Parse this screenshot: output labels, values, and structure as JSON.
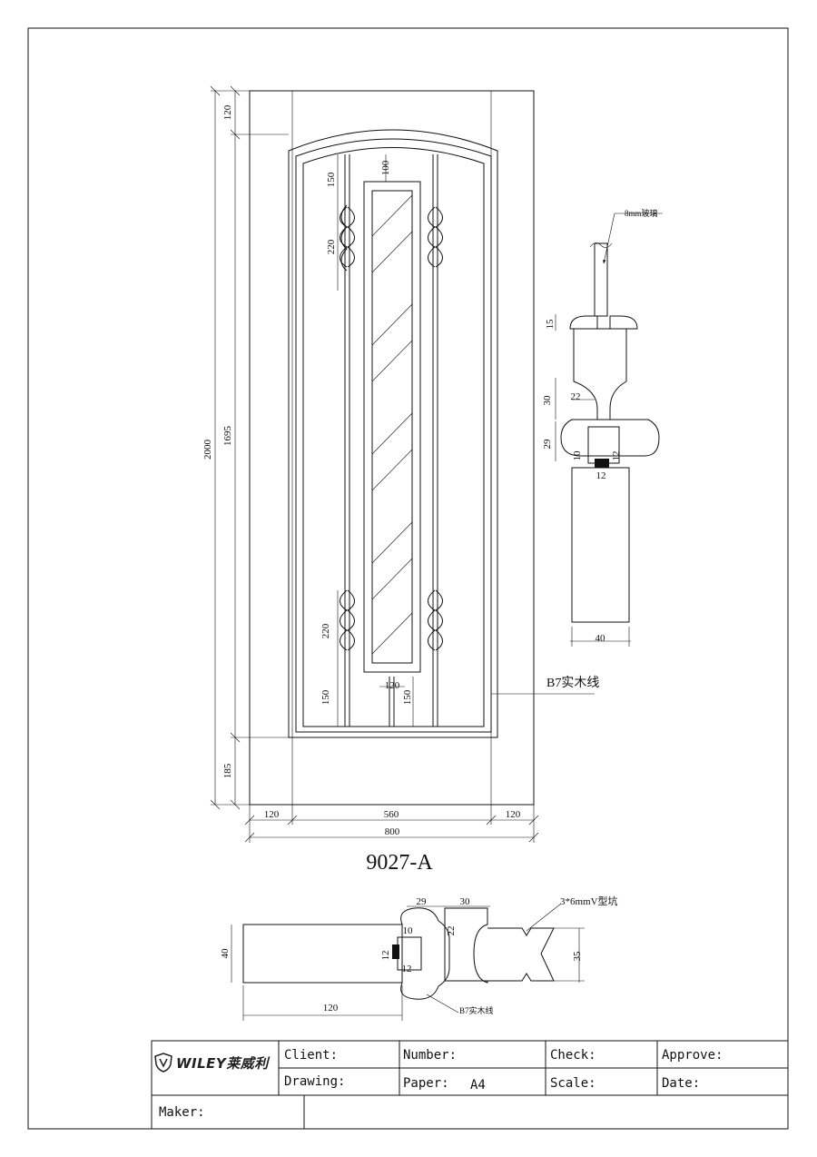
{
  "drawing": {
    "model": "9027-A",
    "door_dims": {
      "overall_height": "2000",
      "inner_height": "1695",
      "top_rail": "120",
      "bottom_rail": "185",
      "overall_width": "800",
      "left_stile": "120",
      "right_stile": "120",
      "panel_width": "560"
    },
    "panel_dims": {
      "top_gap": "100",
      "upper_ornament_offset": "150",
      "upper_ornament_height": "220",
      "lower_ornament_height": "220",
      "lower_offset_left": "150",
      "lower_offset_right": "150",
      "glass_width": "120"
    },
    "callouts": {
      "molding_label": "B7实木线",
      "glass_label": "8mm玻璃",
      "v_groove_label": "3*6mmV型坑",
      "bottom_molding_label": "B7实木线"
    },
    "vertical_section": {
      "glass_stop": "15",
      "neck_height": "30",
      "neck_width": "22",
      "molding_height": "29",
      "offset_10": "10",
      "offset_12a": "12",
      "offset_12b": "12",
      "stile_width": "40"
    },
    "horizontal_section": {
      "molding_width": "29",
      "neck_width": "30",
      "neck_height": "22",
      "offset_10": "10",
      "offset_12a": "12",
      "offset_12b": "12",
      "thickness": "40",
      "stile_width": "120",
      "panel_thickness": "35"
    }
  },
  "title_block": {
    "logo_text": "WILEY莱威利",
    "client_label": "Client:",
    "number_label": "Number:",
    "check_label": "Check:",
    "approve_label": "Approve:",
    "drawing_label": "Drawing:",
    "paper_label": "Paper:",
    "paper_value": "A4",
    "scale_label": "Scale:",
    "date_label": "Date:",
    "maker_label": "Maker:"
  }
}
